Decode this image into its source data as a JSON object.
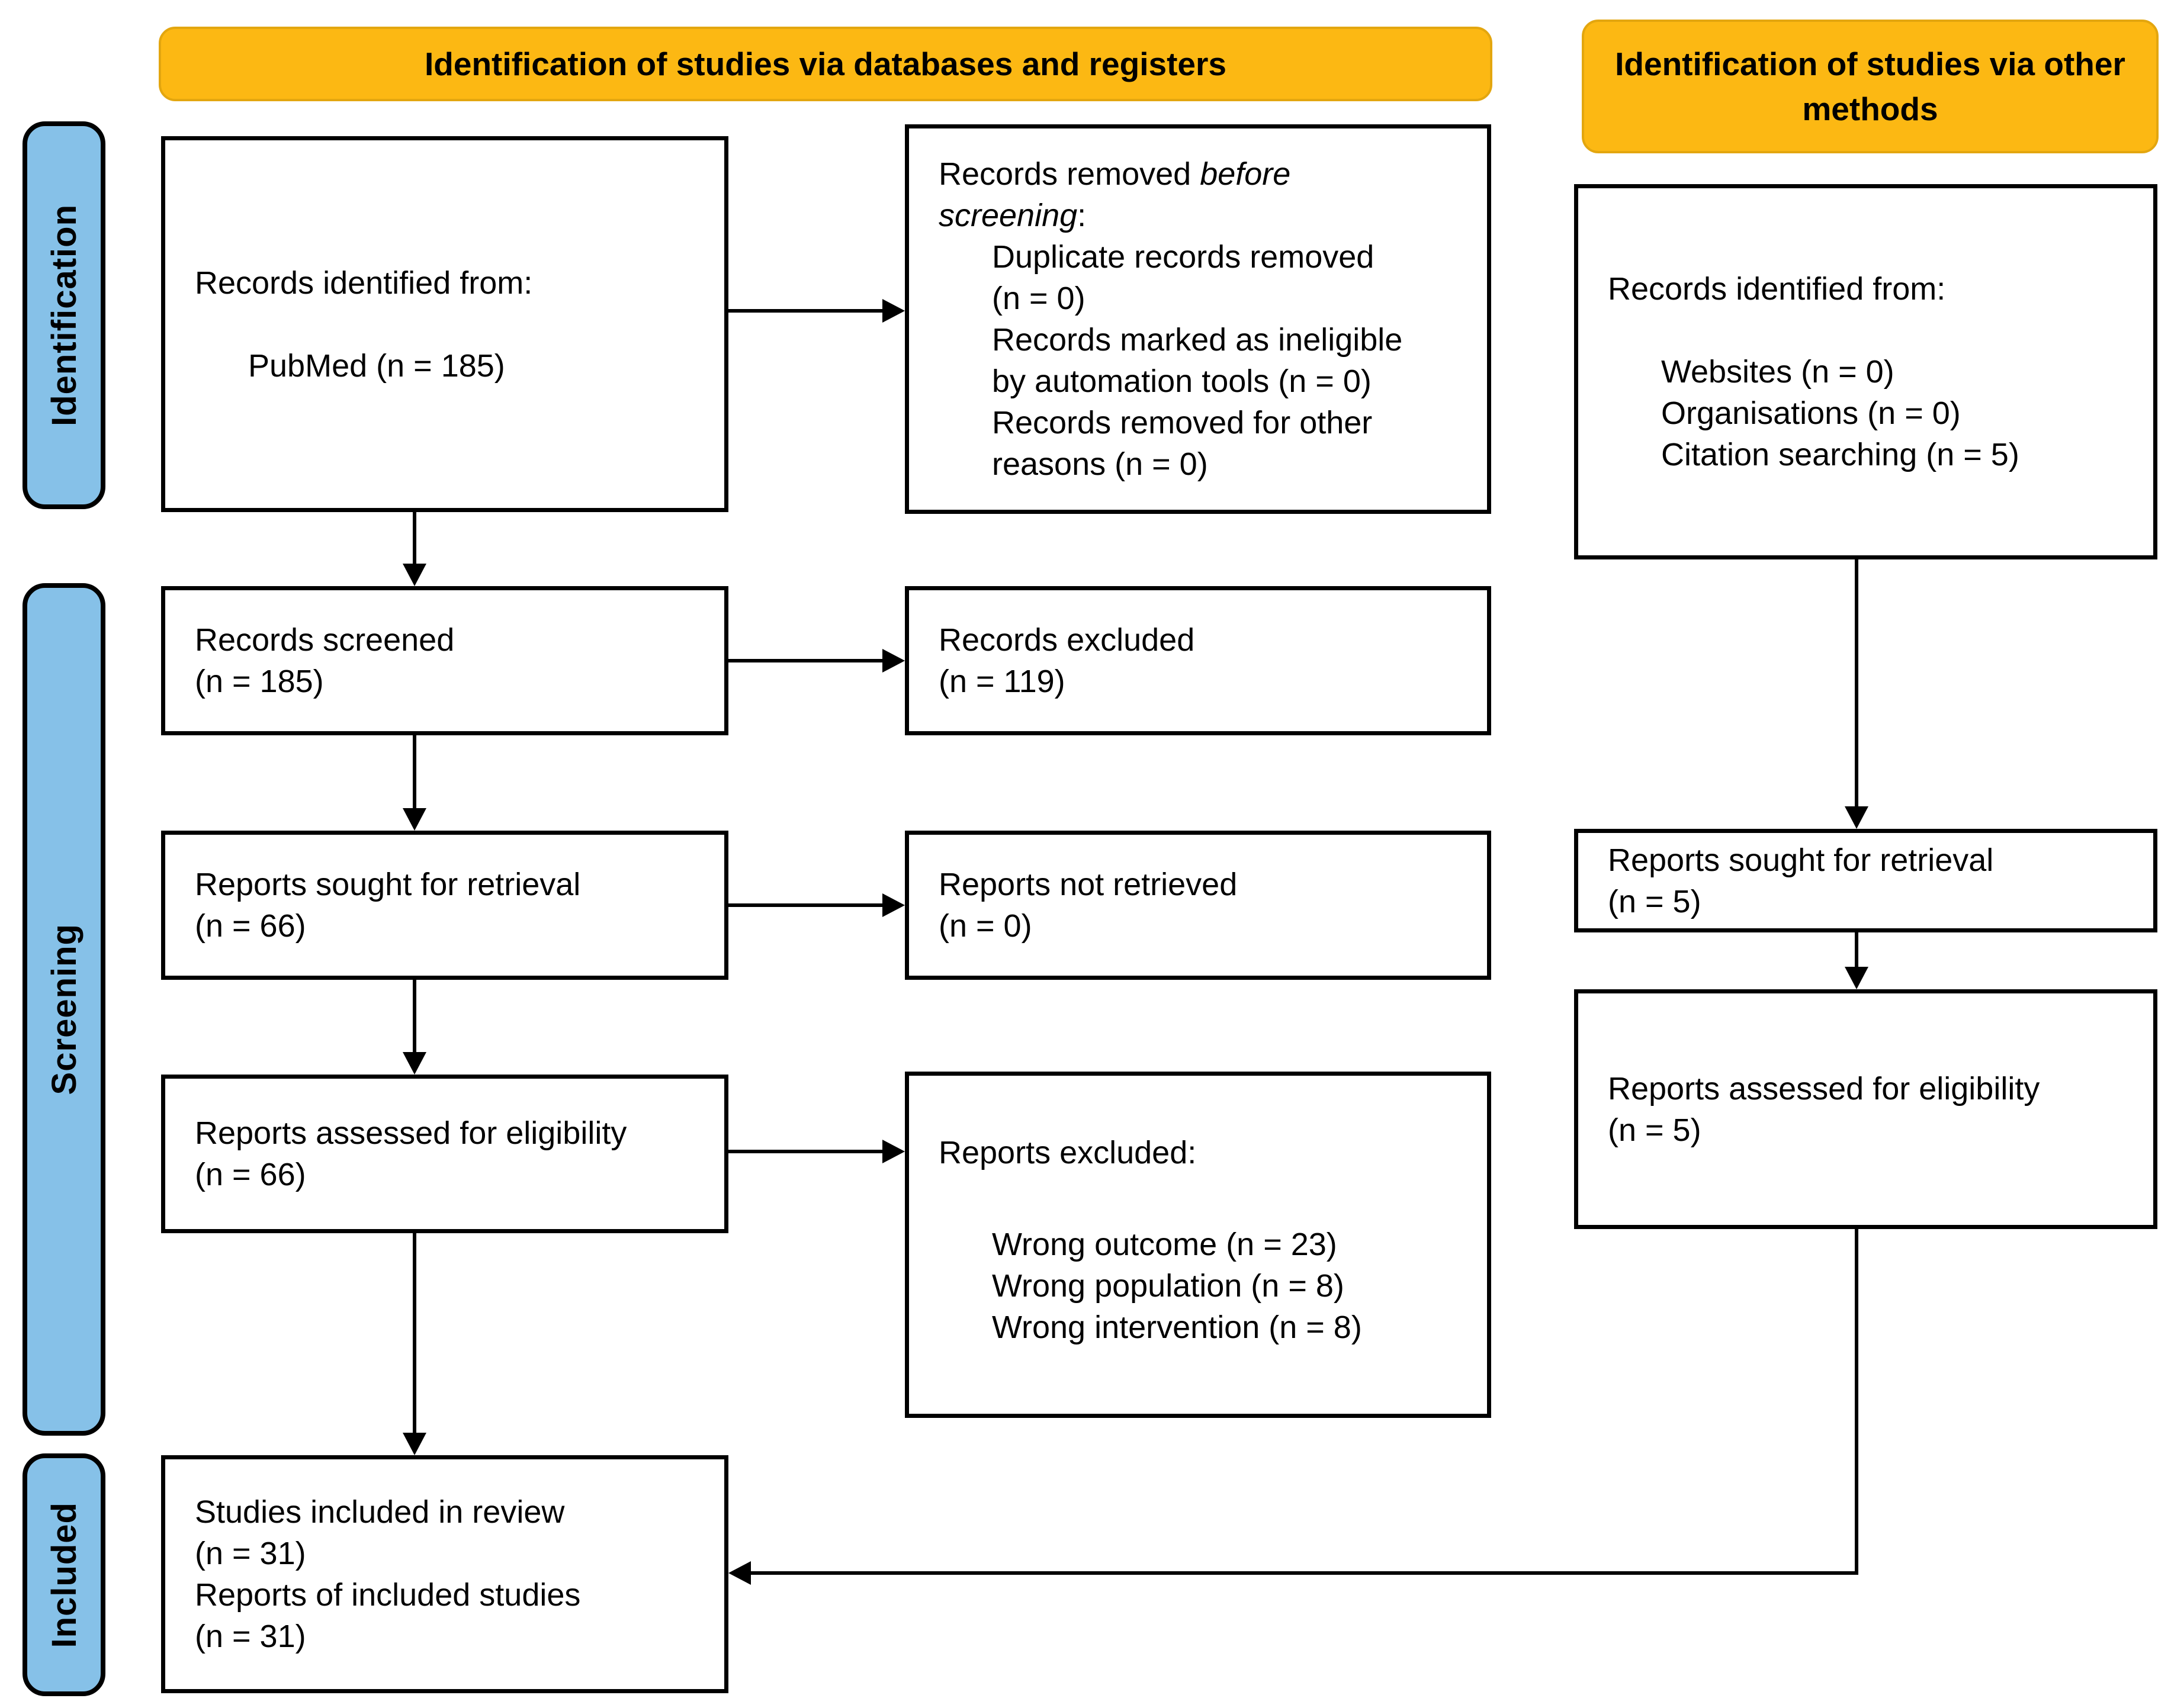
{
  "colors": {
    "header_fill": "#FCB813",
    "sidebar_fill": "#86C1E8",
    "box_border": "#000000",
    "background": "#FFFFFF"
  },
  "headers": {
    "databases": "Identification of studies via databases and registers",
    "other": "Identification of studies via other methods"
  },
  "sidebar": [
    {
      "label": "Identification"
    },
    {
      "label": "Screening"
    },
    {
      "label": "Included"
    }
  ],
  "boxes": {
    "records_identified_db": {
      "title": "Records identified from:",
      "items": [
        "PubMed (n = 185)"
      ]
    },
    "records_removed": {
      "prefix": "Records removed ",
      "italic_line1": "before",
      "italic_line2": "screening",
      "suffix": ":",
      "items": [
        "Duplicate records removed",
        "(n = 0)",
        "Records marked as ineligible",
        "by automation tools (n = 0)",
        "Records removed for other",
        "reasons (n = 0)"
      ]
    },
    "records_identified_other": {
      "title": "Records identified from:",
      "items": [
        "Websites (n = 0)",
        "Organisations (n = 0)",
        "Citation searching (n = 5)"
      ]
    },
    "records_screened": {
      "lines": [
        "Records screened",
        "(n = 185)"
      ]
    },
    "records_excluded": {
      "lines": [
        "Records excluded",
        "(n = 119)"
      ]
    },
    "reports_sought_db": {
      "lines": [
        "Reports sought for retrieval",
        "(n = 66)"
      ]
    },
    "reports_not_retrieved": {
      "lines": [
        "Reports not retrieved",
        "(n = 0)"
      ]
    },
    "reports_sought_other": {
      "lines": [
        "Reports sought for retrieval",
        "(n = 5)"
      ]
    },
    "reports_assessed_db": {
      "lines": [
        "Reports assessed for eligibility",
        "(n = 66)"
      ]
    },
    "reports_excluded": {
      "title": "Reports excluded:",
      "items": [
        "Wrong outcome (n = 23)",
        "Wrong population (n = 8)",
        "Wrong intervention (n = 8)"
      ]
    },
    "reports_assessed_other": {
      "lines": [
        "Reports assessed for eligibility",
        "(n = 5)"
      ]
    },
    "studies_included": {
      "lines": [
        "Studies included in review",
        "(n = 31)",
        "Reports of included studies",
        "(n = 31)"
      ]
    }
  }
}
